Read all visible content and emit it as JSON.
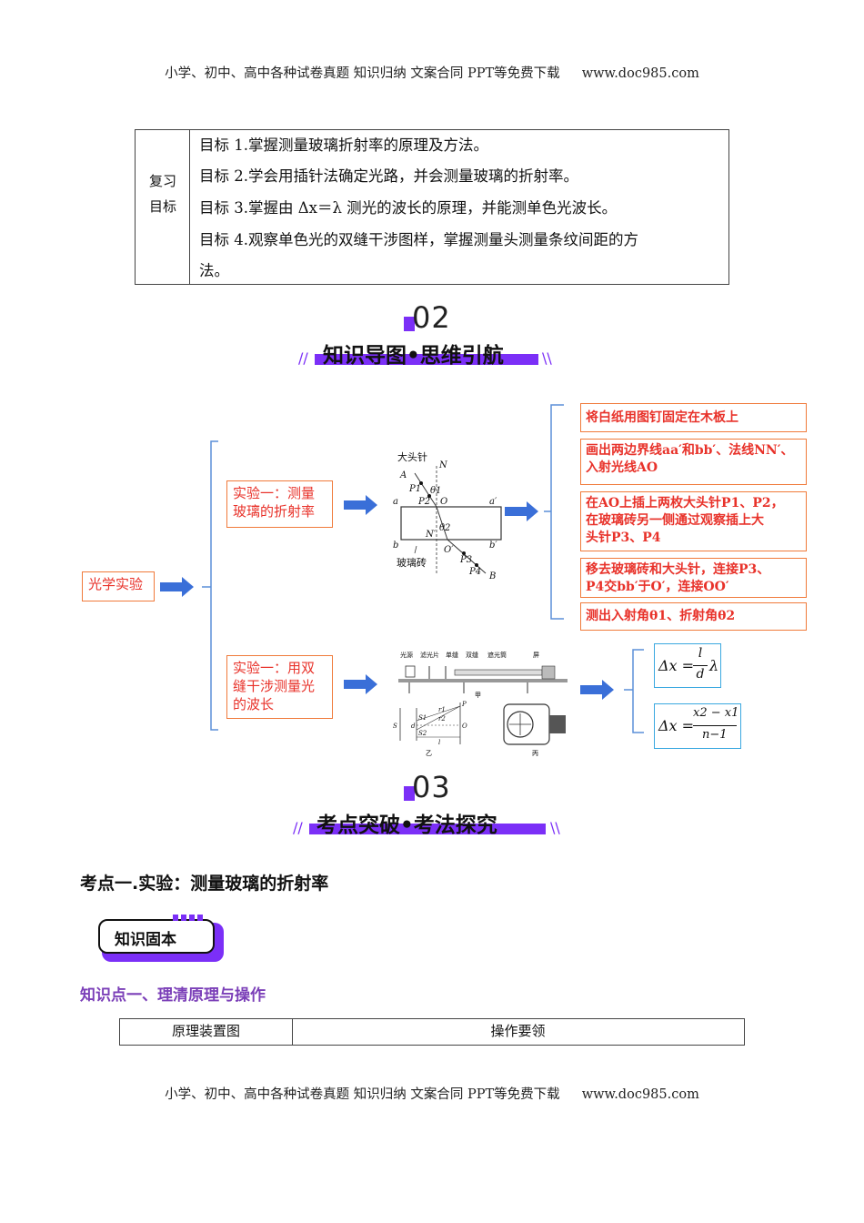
{
  "header": {
    "text": "小学、初中、高中各种试卷真题  知识归纳  文案合同  PPT等免费下载",
    "site": "www.doc985.com"
  },
  "goals": {
    "label_1": "复习",
    "label_2": "目标",
    "lines": [
      "目标 1.掌握测量玻璃折射率的原理及方法。",
      "目标 2.学会用插针法确定光路，并会测量玻璃的折射率。",
      "目标 3.掌握由 Δx＝λ 测光的波长的原理，并能测单色光波长。",
      "目标 4.观察单色光的双缝干涉图样，掌握测量头测量条纹间距的方",
      "法。"
    ]
  },
  "section02": {
    "num": "02",
    "title": "知识导图•思维引航"
  },
  "mindmap": {
    "root": "光学实验",
    "exp1": [
      "实验一：测量",
      "玻璃的折射率"
    ],
    "exp2": [
      "实验一：用双",
      "缝干涉测量光",
      "的波长"
    ],
    "steps": [
      [
        "将白纸用图钉固定在木板上"
      ],
      [
        "画出两边界线aa′和bb′、法线NN′、",
        "入射光线AO"
      ],
      [
        "在AO上插上两枚大头针P1、P2，",
        "在玻璃砖另一侧通过观察插上大",
        "头针P3、P4"
      ],
      [
        "移去玻璃砖和大头针，连接P3、",
        "P4交bb′于O′，连接OO′"
      ],
      [
        "测出入射角θ1、折射角θ2"
      ]
    ],
    "fig1": {
      "pin": "大头针",
      "brick": "玻璃砖",
      "labels": {
        "A": "A",
        "N": "N",
        "P1": "P1",
        "P2": "P2",
        "theta1": "θ1",
        "O": "O",
        "a": "a",
        "a2": "a′",
        "Nprime": "N′",
        "theta2": "θ2",
        "b": "b",
        "b2": "b′",
        "O2": "O′",
        "P3": "P3",
        "P4": "P4",
        "B": "B"
      }
    },
    "fig2": {
      "parts": [
        "光源",
        "滤光片",
        "单缝",
        "双缝",
        "遮光筒",
        "屏"
      ],
      "jia": "甲",
      "yi": "乙",
      "bing": "丙",
      "small": {
        "S": "S",
        "S1": "S1",
        "S2": "S2",
        "d": "d",
        "l": "l",
        "P": "P",
        "O": "O",
        "r1": "r1",
        "r2": "r2"
      }
    },
    "formula1": {
      "lhs": "Δx =",
      "num": "l",
      "den": "d",
      "tail": "λ"
    },
    "formula2": {
      "lhs": "Δx =",
      "num": "x2 − x1",
      "den": "n−1"
    }
  },
  "section03": {
    "num": "03",
    "title": "考点突破•考法探究"
  },
  "kaodian": "考点一.实验：测量玻璃的折射率",
  "badge": "知识固本",
  "zhishidian": "知识点一、理清原理与操作",
  "table2": {
    "col1": "原理装置图",
    "col2": "操作要领"
  },
  "footer": {
    "text": "小学、初中、高中各种试卷真题  知识归纳  文案合同  PPT等免费下载",
    "site": "www.doc985.com"
  },
  "colors": {
    "accent_purple": "#7b2ff7",
    "box_orange": "#f07a3a",
    "box_text_red": "#e8322a",
    "arrow_blue": "#3a6fd8",
    "brace_blue": "#5b8fd8",
    "formula_border": "#3aa8e0"
  }
}
